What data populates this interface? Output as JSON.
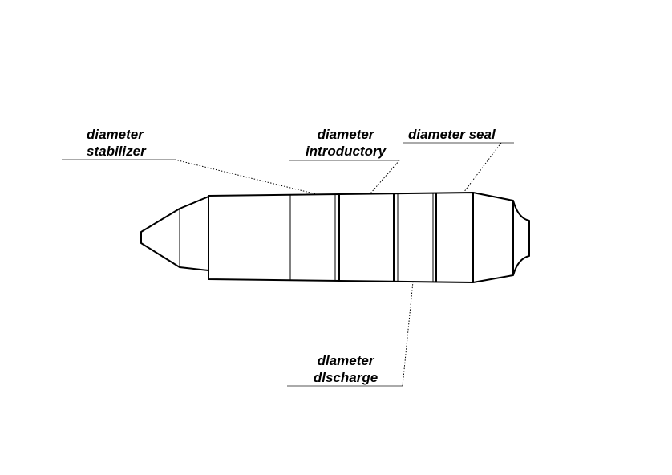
{
  "labels": {
    "stabilizer": {
      "line1": "diameter",
      "line2": "stabilizer"
    },
    "introductory": {
      "line1": "diameter",
      "line2": "introductory"
    },
    "seal": {
      "line1": "diameter seal"
    },
    "discharge": {
      "line1": "dlameter",
      "line2": "dlscharge"
    }
  },
  "colors": {
    "stroke": "#000000",
    "background": "#ffffff"
  }
}
